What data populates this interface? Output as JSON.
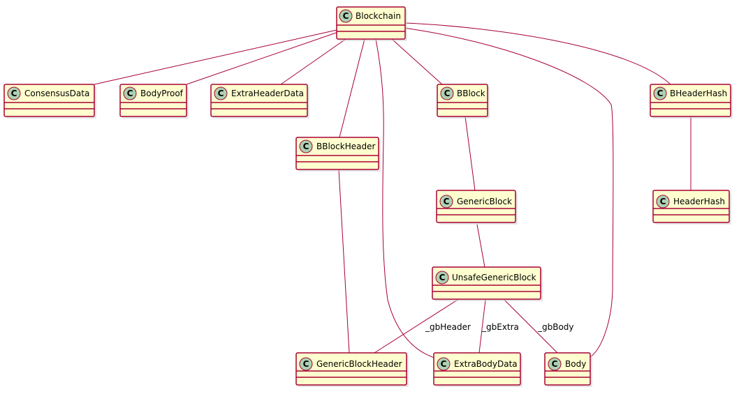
{
  "diagram": {
    "stereotype_letter": "C",
    "colors": {
      "class_fill": "#FEFECE",
      "class_border": "#A80036",
      "stereotype_circle": "#ADD1B2",
      "edge": "#A80036"
    },
    "classes": {
      "blockchain": "Blockchain",
      "consensus_data": "ConsensusData",
      "body_proof": "BodyProof",
      "extra_header_data": "ExtraHeaderData",
      "bblock": "BBlock",
      "bheader_hash": "BHeaderHash",
      "bblock_header": "BBlockHeader",
      "generic_block": "GenericBlock",
      "header_hash": "HeaderHash",
      "unsafe_generic_block": "UnsafeGenericBlock",
      "generic_block_header": "GenericBlockHeader",
      "extra_body_data": "ExtraBodyData",
      "body": "Body"
    },
    "edge_labels": {
      "gb_header": "_gbHeader",
      "gb_extra": "_gbExtra",
      "gb_body": "_gbBody"
    }
  }
}
